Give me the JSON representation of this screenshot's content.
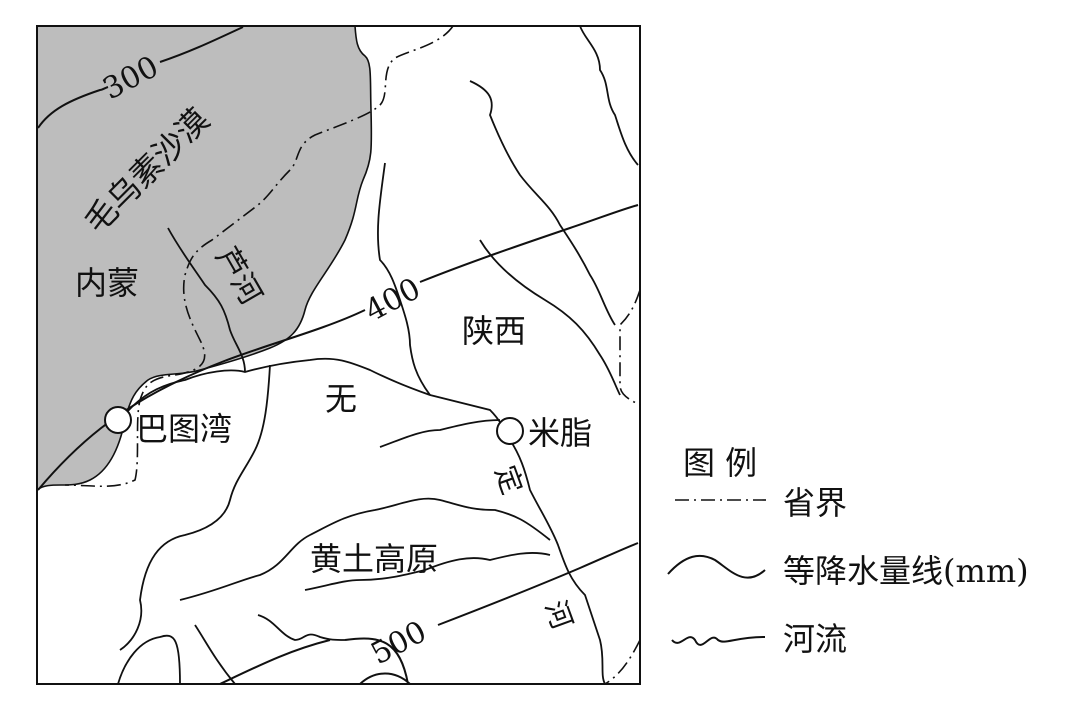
{
  "map": {
    "region_labels": {
      "inner_mongolia": "内蒙",
      "shaanxi": "陕西",
      "mu_us_desert": "毛乌素沙漠",
      "loess_plateau": "黄土高原"
    },
    "river_labels": {
      "lu_he": "芦河",
      "wuding_he_1": "无",
      "wuding_he_2": "定",
      "wuding_he_3": "河"
    },
    "places": [
      {
        "name": "巴图湾"
      },
      {
        "name": "米脂"
      }
    ],
    "isohyets": [
      {
        "value": "300"
      },
      {
        "value": "400"
      },
      {
        "value": "500"
      }
    ],
    "colors": {
      "desert_fill": "#bdbdbd",
      "line": "#111111",
      "background": "#ffffff"
    }
  },
  "legend": {
    "title": "图 例",
    "items": [
      {
        "symbol": "dash-dot-line",
        "label": "省界"
      },
      {
        "symbol": "smooth-curve",
        "label": "等降水量线(mm)"
      },
      {
        "symbol": "wavy-line",
        "label": "河流"
      }
    ]
  }
}
